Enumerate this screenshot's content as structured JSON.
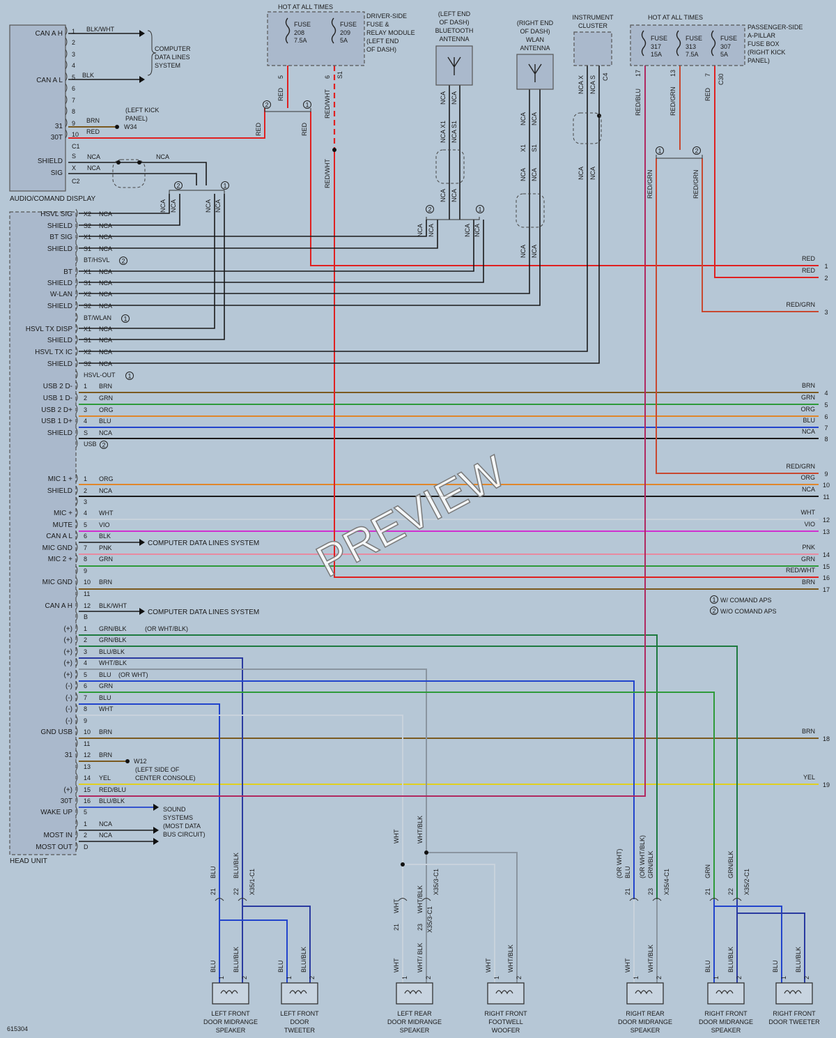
{
  "colors": {
    "RED": "#e02020",
    "BRN": "#7a5a20",
    "GRN": "#2e9a3a",
    "ORG": "#e0862a",
    "BLU": "#2244cc",
    "NCA": "#1a1a1a",
    "WHT": "#c8d2dc",
    "VIO": "#d030d0",
    "PNK": "#e88aa0",
    "REDWHT": "#e02020",
    "REDGRN": "#c84830",
    "YEL": "#e0d020",
    "REDBLU": "#b02860",
    "BLUBLK": "#2a3aa0",
    "GRNBLK": "#1e7a40",
    "WHTBLK": "#8a95a0",
    "BLKWHT": "#1a1a1a"
  },
  "diagram_id": "615304",
  "preview": "PREVIEW",
  "hot_left": "HOT AT ALL TIMES",
  "hot_right": "HOT AT ALL TIMES",
  "driver_box": [
    "DRIVER-SIDE",
    "FUSE &",
    "RELAY MODULE",
    "(LEFT END",
    "OF DASH)"
  ],
  "passenger_box": [
    "PASSENGER-SIDE",
    "A-PILLAR",
    "FUSE BOX",
    "(RIGHT KICK",
    "PANEL)"
  ],
  "fuses_left": [
    {
      "name": "FUSE",
      "num": "208",
      "amp": "7.5A"
    },
    {
      "name": "FUSE",
      "num": "209",
      "amp": "5A"
    }
  ],
  "fuses_right": [
    {
      "name": "FUSE",
      "num": "317",
      "amp": "15A"
    },
    {
      "name": "FUSE",
      "num": "313",
      "amp": "7.5A"
    },
    {
      "name": "FUSE",
      "num": "307",
      "amp": "5A"
    }
  ],
  "bt_antenna": [
    "(LEFT END",
    "OF DASH)",
    "BLUETOOTH",
    "ANTENNA"
  ],
  "wlan_antenna": [
    "(RIGHT END",
    "OF DASH)",
    "WLAN",
    "ANTENNA"
  ],
  "instrument_cluster": [
    "INSTRUMENT",
    "CLUSTER"
  ],
  "audio_display": {
    "name": "AUDIO/COMAND DISPLAY",
    "pins": [
      "CAN A H",
      "CAN A L",
      "31",
      "30T",
      "SHIELD",
      "SIG"
    ],
    "pin_nums": [
      "1",
      "2",
      "3",
      "4",
      "5",
      "6",
      "7",
      "8",
      "9",
      "10"
    ],
    "wires": [
      "BLK/WHT",
      "BLK",
      "BRN",
      "RED"
    ],
    "connectors": [
      "C1",
      "C2"
    ],
    "shield_pins": [
      "S",
      "X"
    ],
    "kick": [
      "(LEFT KICK",
      "PANEL)",
      "W34"
    ],
    "cdl": [
      "COMPUTER",
      "DATA LINES",
      "SYSTEM"
    ]
  },
  "head_unit": {
    "name": "HEAD UNIT",
    "rows": [
      {
        "label": "HSVL SIG",
        "pin": "X2",
        "wire": "NCA"
      },
      {
        "label": "SHIELD",
        "pin": "S2",
        "wire": "NCA"
      },
      {
        "label": "BT SIG",
        "pin": "X1",
        "wire": "NCA"
      },
      {
        "label": "SHIELD",
        "pin": "S1",
        "wire": "NCA"
      },
      {
        "label": "",
        "pin": "BT/HSVL",
        "wire": ""
      },
      {
        "label": "BT",
        "pin": "X1",
        "wire": "NCA"
      },
      {
        "label": "SHIELD",
        "pin": "S1",
        "wire": "NCA"
      },
      {
        "label": "W-LAN",
        "pin": "X2",
        "wire": "NCA"
      },
      {
        "label": "SHIELD",
        "pin": "S2",
        "wire": "NCA"
      },
      {
        "label": "",
        "pin": "BT/WLAN",
        "wire": ""
      },
      {
        "label": "HSVL TX DISP",
        "pin": "X1",
        "wire": "NCA"
      },
      {
        "label": "SHIELD",
        "pin": "S1",
        "wire": "NCA"
      },
      {
        "label": "HSVL TX IC",
        "pin": "X2",
        "wire": "NCA"
      },
      {
        "label": "SHIELD",
        "pin": "S2",
        "wire": "NCA"
      },
      {
        "label": "",
        "pin": "HSVL-OUT",
        "wire": ""
      },
      {
        "label": "USB 2 D-",
        "pin": "1",
        "wire": "BRN"
      },
      {
        "label": "USB 1 D-",
        "pin": "2",
        "wire": "GRN"
      },
      {
        "label": "USB 2 D+",
        "pin": "3",
        "wire": "ORG"
      },
      {
        "label": "USB 1 D+",
        "pin": "4",
        "wire": "BLU"
      },
      {
        "label": "SHIELD",
        "pin": "S",
        "wire": "NCA"
      },
      {
        "label": "",
        "pin": "USB",
        "wire": ""
      },
      {
        "label": "MIC 1 +",
        "pin": "1",
        "wire": "ORG"
      },
      {
        "label": "SHIELD",
        "pin": "2",
        "wire": "NCA"
      },
      {
        "label": "",
        "pin": "3",
        "wire": ""
      },
      {
        "label": "MIC +",
        "pin": "4",
        "wire": "WHT"
      },
      {
        "label": "MUTE",
        "pin": "5",
        "wire": "VIO"
      },
      {
        "label": "CAN A L",
        "pin": "6",
        "wire": "BLK"
      },
      {
        "label": "MIC GND",
        "pin": "7",
        "wire": "PNK"
      },
      {
        "label": "MIC 2 +",
        "pin": "8",
        "wire": "GRN"
      },
      {
        "label": "",
        "pin": "9",
        "wire": ""
      },
      {
        "label": "MIC GND",
        "pin": "10",
        "wire": "BRN"
      },
      {
        "label": "",
        "pin": "11",
        "wire": ""
      },
      {
        "label": "CAN A H",
        "pin": "12",
        "wire": "BLK/WHT"
      },
      {
        "label": "",
        "pin": "B",
        "wire": ""
      },
      {
        "label": "(+)",
        "pin": "1",
        "wire": "GRN/BLK"
      },
      {
        "label": "(+)",
        "pin": "2",
        "wire": "GRN/BLK"
      },
      {
        "label": "(+)",
        "pin": "3",
        "wire": "BLU/BLK"
      },
      {
        "label": "(+)",
        "pin": "4",
        "wire": "WHT/BLK"
      },
      {
        "label": "(+)",
        "pin": "5",
        "wire": "BLU"
      },
      {
        "label": "(-)",
        "pin": "6",
        "wire": "GRN"
      },
      {
        "label": "(-)",
        "pin": "7",
        "wire": "BLU"
      },
      {
        "label": "(-)",
        "pin": "8",
        "wire": "WHT"
      },
      {
        "label": "(-)",
        "pin": "9",
        "wire": ""
      },
      {
        "label": "GND USB",
        "pin": "10",
        "wire": "BRN"
      },
      {
        "label": "",
        "pin": "11",
        "wire": ""
      },
      {
        "label": "31",
        "pin": "12",
        "wire": "BRN"
      },
      {
        "label": "",
        "pin": "13",
        "wire": ""
      },
      {
        "label": "",
        "pin": "14",
        "wire": "YEL"
      },
      {
        "label": "(+)",
        "pin": "15",
        "wire": "RED/BLU"
      },
      {
        "label": "30T",
        "pin": "16",
        "wire": "BLU/BLK"
      },
      {
        "label": "WAKE UP",
        "pin": "5",
        "wire": ""
      },
      {
        "label": "",
        "pin": "1",
        "wire": "NCA"
      },
      {
        "label": "MOST IN",
        "pin": "2",
        "wire": "NCA"
      },
      {
        "label": "MOST OUT",
        "pin": "D",
        "wire": ""
      }
    ],
    "notes": {
      "or_wht_blk": "(OR WHT/BLK)",
      "or_wht": "(OR WHT)",
      "cdl": "COMPUTER DATA LINES SYSTEM",
      "w12": [
        "W12",
        "(LEFT SIDE OF",
        "CENTER CONSOLE)"
      ],
      "sound": [
        "SOUND",
        "SYSTEMS",
        "(MOST DATA",
        "BUS CIRCUIT)"
      ]
    }
  },
  "right_terminals": [
    {
      "wire": "RED",
      "num": "1"
    },
    {
      "wire": "RED",
      "num": "2"
    },
    {
      "wire": "RED/GRN",
      "num": "3"
    },
    {
      "wire": "BRN",
      "num": "4"
    },
    {
      "wire": "GRN",
      "num": "5"
    },
    {
      "wire": "ORG",
      "num": "6"
    },
    {
      "wire": "BLU",
      "num": "7"
    },
    {
      "wire": "NCA",
      "num": "8"
    },
    {
      "wire": "RED/GRN",
      "num": "9"
    },
    {
      "wire": "ORG",
      "num": "10"
    },
    {
      "wire": "NCA",
      "num": "11"
    },
    {
      "wire": "WHT",
      "num": "12"
    },
    {
      "wire": "VIO",
      "num": "13"
    },
    {
      "wire": "PNK",
      "num": "14"
    },
    {
      "wire": "GRN",
      "num": "15"
    },
    {
      "wire": "RED/WHT",
      "num": "16"
    },
    {
      "wire": "BRN",
      "num": "17"
    },
    {
      "wire": "BRN",
      "num": "18"
    },
    {
      "wire": "YEL",
      "num": "19"
    }
  ],
  "legend": [
    {
      "num": "1",
      "text": "W/ COMAND APS"
    },
    {
      "num": "2",
      "text": "W/O COMAND APS"
    }
  ],
  "speakers": [
    {
      "name": [
        "LEFT FRONT",
        "DOOR MIDRANGE",
        "SPEAKER"
      ],
      "w1": "BLU",
      "w2": "BLU/BLK"
    },
    {
      "name": [
        "LEFT FRONT",
        "DOOR",
        "TWEETER"
      ],
      "w1": "BLU",
      "w2": "BLU/BLK"
    },
    {
      "name": [
        "LEFT REAR",
        "DOOR MIDRANGE",
        "SPEAKER"
      ],
      "w1": "WHT",
      "w2": "WHT/ BLK"
    },
    {
      "name": [
        "RIGHT FRONT",
        "FOOTWELL",
        "WOOFER"
      ],
      "w1": "WHT",
      "w2": "WHT/BLK"
    },
    {
      "name": [
        "RIGHT REAR",
        "DOOR MIDRANGE",
        "SPEAKER"
      ],
      "w1": "WHT",
      "w2": "WHT/BLK"
    },
    {
      "name": [
        "RIGHT FRONT",
        "DOOR MIDRANGE",
        "SPEAKER"
      ],
      "w1": "BLU",
      "w2": "BLU/BLK"
    },
    {
      "name": [
        "RIGHT FRONT",
        "DOOR TWEETER"
      ],
      "w1": "BLU",
      "w2": "BLU/BLK"
    }
  ],
  "connectors": {
    "x35_1": "X35/1-C1",
    "x35_3": "X35/3-C1",
    "x35_4": "X35/4-C1",
    "x35_2": "X35/2-C1",
    "s1": "S1",
    "c4": "C4",
    "c30": "C30"
  },
  "vlabels": {
    "RED": "RED",
    "REDWHT": "RED/WHT",
    "NCA": "NCA",
    "NCAX1": "NCA X1",
    "NCAS1": "NCA S1",
    "X1": "X1",
    "S1": "S1",
    "NCAX": "NCA X",
    "NCAS": "NCA S",
    "REDBLU": "RED/BLU",
    "REDGRN": "RED/GRN",
    "BLU": "BLU",
    "BLUBLK": "BLU/BLK",
    "WHT": "WHT",
    "WHTBLK": "WHT/BLK",
    "GRN": "GRN",
    "GRNBLK": "GRN/BLK",
    "ORWHT": "(OR WHT)",
    "ORWHTBLK": "(OR WHT/BLK)",
    "n5": "5",
    "n6": "6",
    "n17": "17",
    "n13": "13",
    "n7": "7",
    "n21": "21",
    "n22": "22",
    "n23": "23",
    "n1": "1",
    "n2": "2"
  }
}
